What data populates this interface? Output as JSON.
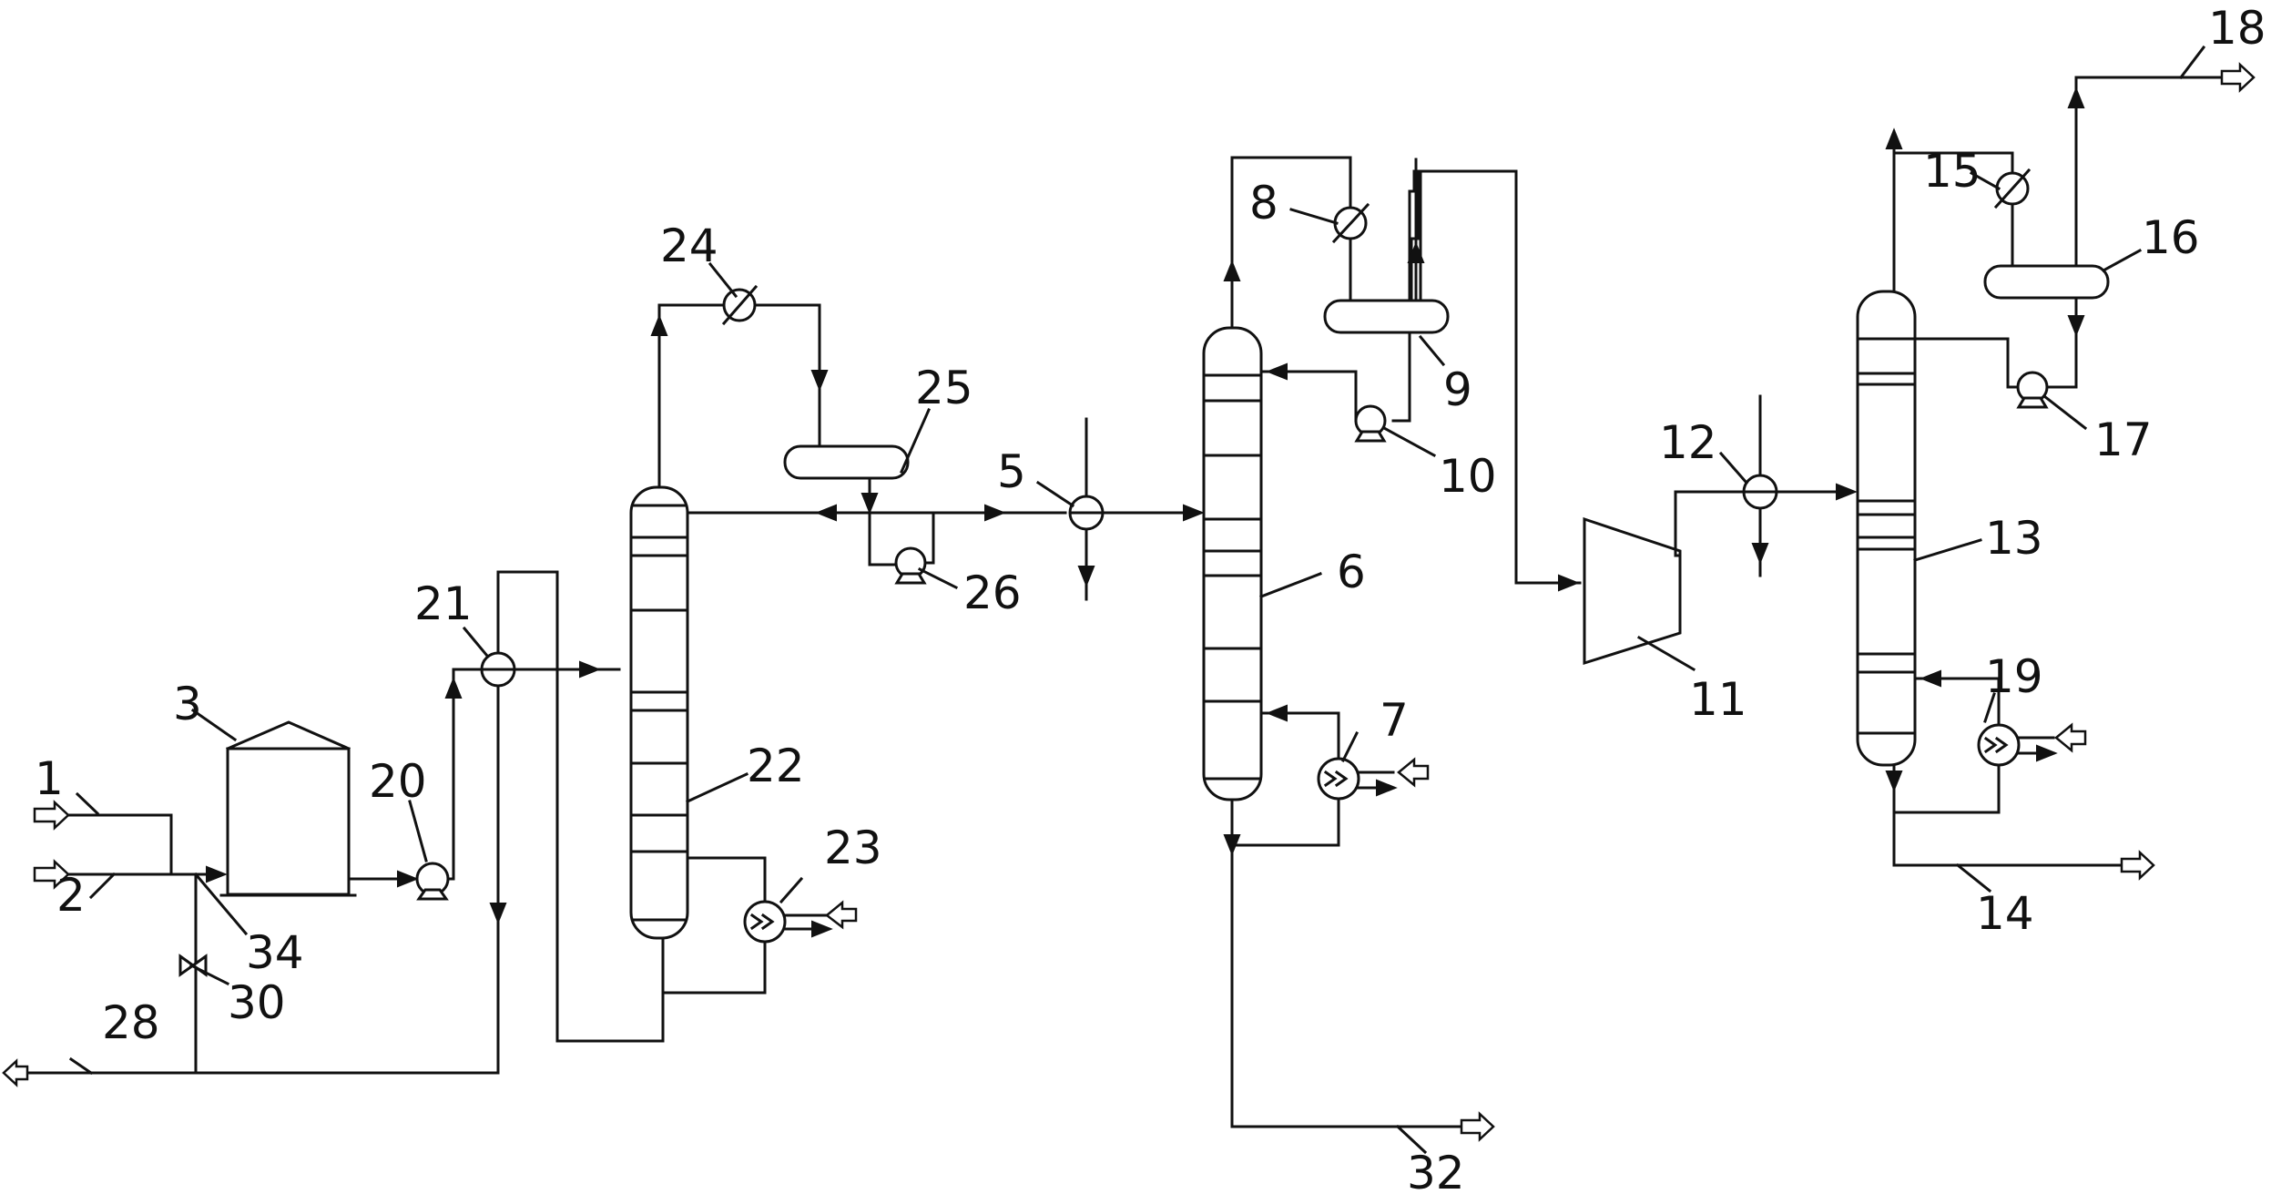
{
  "labels": {
    "l1": "1",
    "l2": "2",
    "l3": "3",
    "l5": "5",
    "l6": "6",
    "l7": "7",
    "l8": "8",
    "l9": "9",
    "l10": "10",
    "l11": "11",
    "l12": "12",
    "l13": "13",
    "l14": "14",
    "l15": "15",
    "l16": "16",
    "l17": "17",
    "l18": "18",
    "l19": "19",
    "l20": "20",
    "l21": "21",
    "l22": "22",
    "l23": "23",
    "l24": "24",
    "l25": "25",
    "l26": "26",
    "l28": "28",
    "l30": "30",
    "l32": "32",
    "l34": "34"
  }
}
